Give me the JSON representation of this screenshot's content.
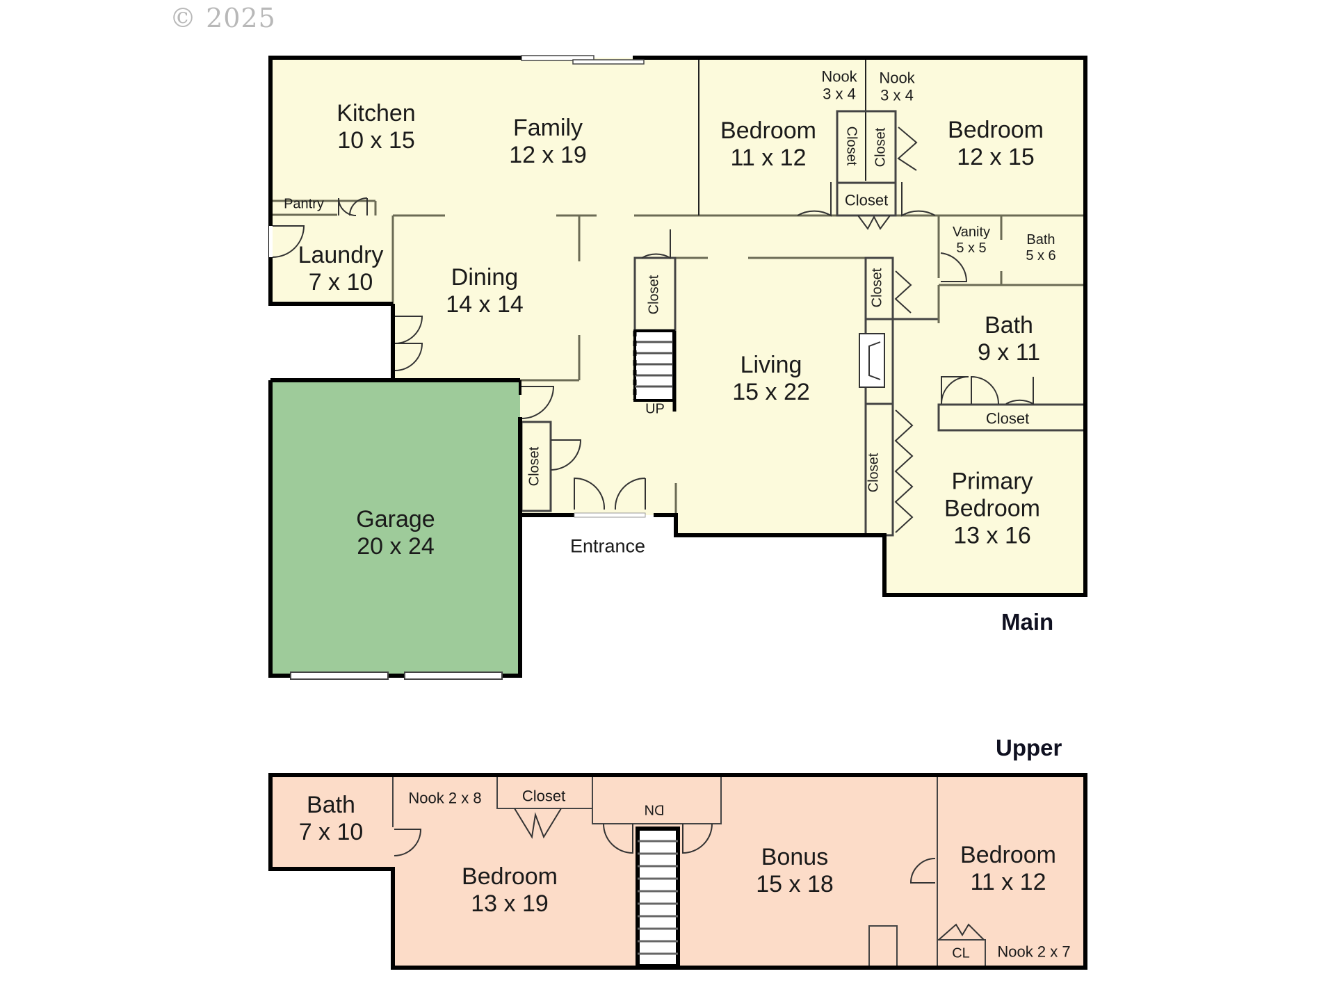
{
  "copyright": "© 2025",
  "colors": {
    "main_fill": "#fcfadc",
    "garage_fill": "#9ecb9a",
    "upper_fill": "#fcdcc8",
    "wall": "#000000",
    "inner_wall": "#6b6b55"
  },
  "main_floor": {
    "title": "Main",
    "rooms": {
      "kitchen": {
        "name": "Kitchen",
        "size": "10 x 15"
      },
      "family": {
        "name": "Family",
        "size": "12 x 19"
      },
      "bedroom_a": {
        "name": "Bedroom",
        "size": "11 x 12"
      },
      "nook_a": {
        "name": "Nook",
        "size": "3 x 4"
      },
      "nook_b": {
        "name": "Nook",
        "size": "3 x 4"
      },
      "bedroom_b": {
        "name": "Bedroom",
        "size": "12 x 15"
      },
      "pantry": {
        "name": "Pantry"
      },
      "laundry": {
        "name": "Laundry",
        "size": "7 x 10"
      },
      "dining": {
        "name": "Dining",
        "size": "14 x 14"
      },
      "vanity": {
        "name": "Vanity",
        "size": "5 x 5"
      },
      "bath_small": {
        "name": "Bath",
        "size": "5 x 6"
      },
      "living": {
        "name": "Living",
        "size": "15 x 22"
      },
      "bath_primary": {
        "name": "Bath",
        "size": "9 x 11"
      },
      "garage": {
        "name": "Garage",
        "size": "20 x 24"
      },
      "primary_bedroom": {
        "name_line1": "Primary",
        "name_line2": "Bedroom",
        "size": "13 x 16"
      },
      "entrance": {
        "name": "Entrance"
      }
    },
    "closets": {
      "bedroom_a_closet": "Closet",
      "bedroom_b_closet": "Closet",
      "hall_closet": "Closet",
      "stair_closet": "Closet",
      "living_closet": "Closet",
      "bath_closet": "Closet",
      "entry_closet": "Closet",
      "primary_closet": "Closet"
    },
    "stairs_label": "UP"
  },
  "upper_floor": {
    "title": "Upper",
    "rooms": {
      "bath": {
        "name": "Bath",
        "size": "7 x 10"
      },
      "nook_a": {
        "name": "Nook 2 x 8"
      },
      "closet": {
        "name": "Closet"
      },
      "bedroom_a": {
        "name": "Bedroom",
        "size": "13 x 19"
      },
      "bonus": {
        "name": "Bonus",
        "size": "15 x 18"
      },
      "bedroom_b": {
        "name": "Bedroom",
        "size": "11 x 12"
      },
      "cl": {
        "name": "CL"
      },
      "nook_b": {
        "name": "Nook 2 x 7"
      }
    },
    "stairs_label": "DN"
  }
}
